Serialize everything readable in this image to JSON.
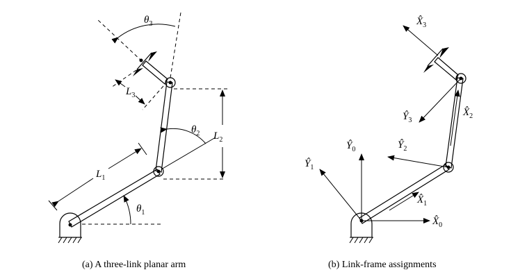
{
  "panel_a": {
    "caption": "(a)  A three-link planar arm",
    "theta1": "θ",
    "theta1_sub": "1",
    "theta2": "θ",
    "theta2_sub": "2",
    "theta3": "θ",
    "theta3_sub": "3",
    "L1": "L",
    "L1_sub": "1",
    "L2": "L",
    "L2_sub": "2",
    "L3": "L",
    "L3_sub": "3"
  },
  "panel_b": {
    "caption": "(b)  Link-frame assignments",
    "X0": "X̂",
    "X0_sub": "0",
    "Y0": "Ŷ",
    "Y0_sub": "0",
    "X1": "X̂",
    "X1_sub": "1",
    "Y1": "Ŷ",
    "Y1_sub": "1",
    "X2": "X̂",
    "X2_sub": "2",
    "Y2": "Ŷ",
    "Y2_sub": "2",
    "X3": "X̂",
    "X3_sub": "3",
    "Y3": "Ŷ",
    "Y3_sub": "3"
  }
}
